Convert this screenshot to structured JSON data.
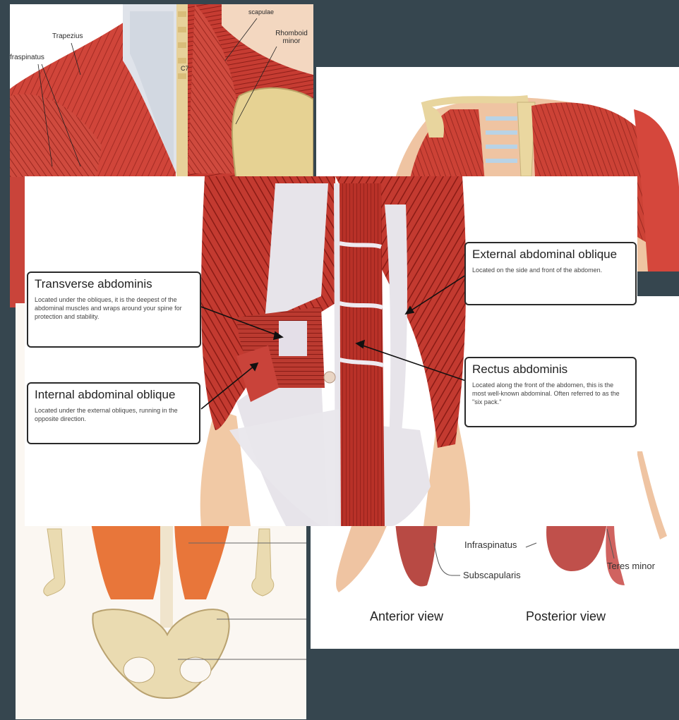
{
  "back_panel": {
    "labels": {
      "scapulae": "scapulae",
      "trapezius": "Trapezius",
      "infraspinatus": "fraspinatus",
      "rhomboid": "Rhomboid minor",
      "c7": "C7"
    }
  },
  "shoulder_panel": {
    "labels": {
      "infraspinatus": "Infraspinatus",
      "subscapularis": "Subscapularis",
      "teres_minor": "Teres minor"
    },
    "views": {
      "anterior": "Anterior view",
      "posterior": "Posterior view"
    }
  },
  "abs_panel": {
    "callouts": {
      "transverse": {
        "title": "Transverse abdominis",
        "text": "Located under the obliques, it is the deepest of the abdominal muscles and wraps around your spine for protection and stability."
      },
      "internal": {
        "title": "Internal abdominal oblique",
        "text": "Located under the external obliques, running in the opposite direction."
      },
      "external": {
        "title": "External abdominal oblique",
        "text": "Located on the side and front of the abdomen."
      },
      "rectus": {
        "title": "Rectus abdominis",
        "text": "Located along the front of the abdomen, this is the most well-known abdominal. Often referred to as the \"six pack.\""
      }
    }
  },
  "colors": {
    "background": "#36464f",
    "muscle": "#c4362d",
    "muscle_dark": "#8e1c16",
    "fascia": "#e8e6ea",
    "bone": "#e8d7a6",
    "skin": "#f1c9a5",
    "psoas": "#e8783c"
  }
}
